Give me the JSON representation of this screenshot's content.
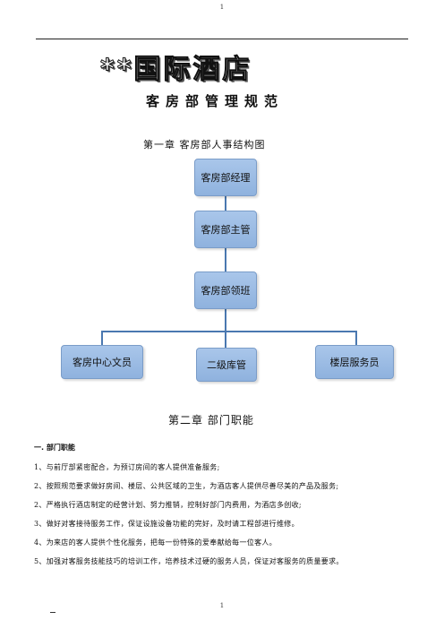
{
  "header": {
    "page_number": "1"
  },
  "doc": {
    "title": "**国际酒店",
    "subtitle": "客房部管理规范",
    "chapter1": "第一章  客房部人事结构图",
    "chapter2": "第二章    部门职能",
    "section1": "一. 部门职能"
  },
  "org_chart": {
    "manager": "客房部经理",
    "supervisor": "客房部主管",
    "foreman": "客房部领班",
    "center_clerk": "客房中心文员",
    "warehouse": "二级库管",
    "floor_attendant": "楼层服务员",
    "line_color": "#4a78b0",
    "box_color": "#9dbce4"
  },
  "items": [
    "1、与前厅部紧密配合，为预订房间的客人提供准备服务;",
    "2、按照规范要求做好房间、楼层、公共区域的卫生，为酒店客人提供尽善尽美的产品及服务;",
    "2、严格执行酒店制定的经营计划、努力推销，控制好部门内费用，为酒店多创收;",
    "3、做好对客接待服务工作，保证设施设备功能的完好，及时请工程部进行维修。",
    "4、为来店的客人提供个性化服务，把每一份特殊的爱奉献给每一位客人。",
    "5、加强对客服务技能技巧的培训工作，培养技术过硬的服务人员，保证对客服务的质量要求。"
  ],
  "footer": {
    "page_number": "1"
  }
}
